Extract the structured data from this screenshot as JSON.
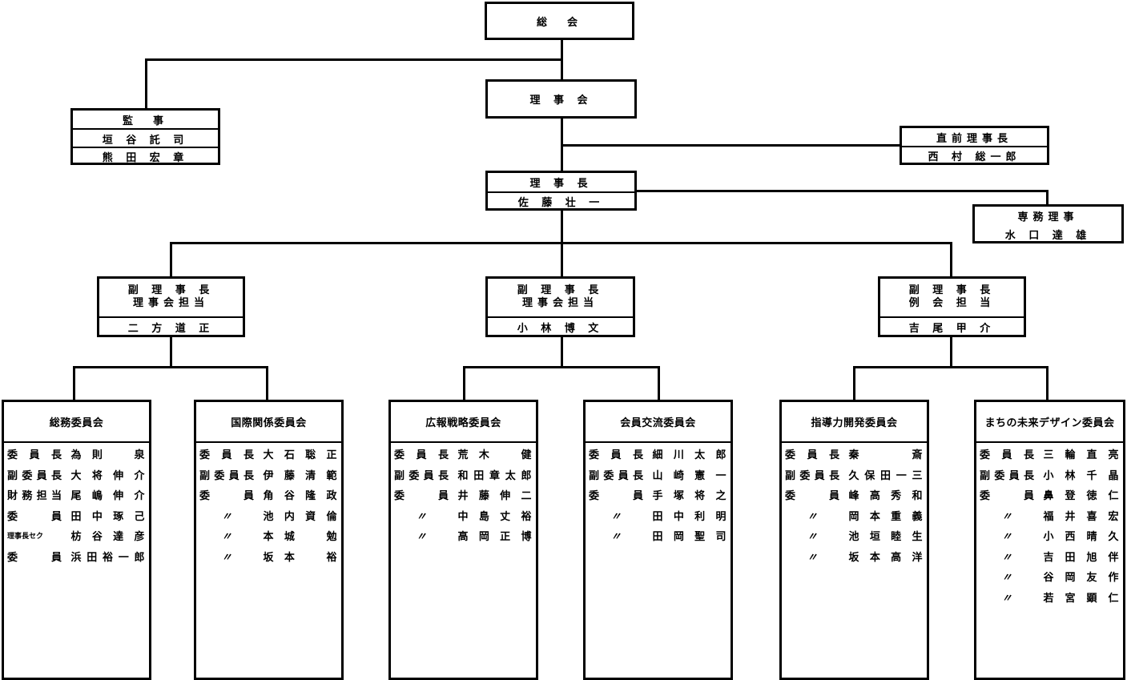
{
  "sokai": "総　会",
  "rijikai": "理 事 会",
  "kanji": {
    "title": "監　事",
    "members": [
      "垣 谷 託 司",
      "熊 田 宏 章"
    ]
  },
  "zenrijicho": {
    "title": "直前理事長",
    "name": "西 村 総一郎"
  },
  "rijicho": {
    "title": "理 事 長",
    "name": "佐 藤 壮 一"
  },
  "senmu": {
    "title": "専務理事",
    "name": "水 口 達 雄"
  },
  "fuku": [
    {
      "line1": "副 理 事 長",
      "line2": "理事会担当",
      "name": "二 方 道 正"
    },
    {
      "line1": "副 理 事 長",
      "line2": "理事会担当",
      "name": "小 林 博 文"
    },
    {
      "line1": "副 理 事 長",
      "line2": "例 会 担 当",
      "name": "吉 尾 甲 介"
    }
  ],
  "committees": [
    {
      "title": "総務委員会",
      "members": [
        {
          "role": "委員長",
          "name": "為則　泉"
        },
        {
          "role": "副委員長",
          "name": "大将伸介"
        },
        {
          "role": "財務担当",
          "name": "尾嶋伸介"
        },
        {
          "role": "委　員",
          "name": "田中琢己"
        },
        {
          "role": "理事長セク",
          "name": "枋谷達彦"
        },
        {
          "role": "委　員",
          "name": "浜田裕一郎"
        }
      ]
    },
    {
      "title": "国際関係委員会",
      "members": [
        {
          "role": "委員長",
          "name": "大石聡正"
        },
        {
          "role": "副委員長",
          "name": "伊藤清範"
        },
        {
          "role": "委　員",
          "name": "角谷隆政"
        },
        {
          "role": "〃",
          "name": "池内資倫"
        },
        {
          "role": "〃",
          "name": "本城　勉"
        },
        {
          "role": "〃",
          "name": "坂本　裕"
        }
      ]
    },
    {
      "title": "広報戦略委員会",
      "members": [
        {
          "role": "委員長",
          "name": "荒木　健"
        },
        {
          "role": "副委員長",
          "name": "和田章太郎"
        },
        {
          "role": "委　員",
          "name": "井藤伸二"
        },
        {
          "role": "〃",
          "name": "中島丈裕"
        },
        {
          "role": "〃",
          "name": "高岡正博"
        }
      ]
    },
    {
      "title": "会員交流委員会",
      "members": [
        {
          "role": "委員長",
          "name": "細川太郎"
        },
        {
          "role": "副委員長",
          "name": "山崎憲一"
        },
        {
          "role": "委　員",
          "name": "手塚将之"
        },
        {
          "role": "〃",
          "name": "田中利明"
        },
        {
          "role": "〃",
          "name": "田岡聖司"
        }
      ]
    },
    {
      "title": "指導力開発委員会",
      "members": [
        {
          "role": "委員長",
          "name": "秦　斎"
        },
        {
          "role": "副委員長",
          "name": "久保田一三"
        },
        {
          "role": "委　員",
          "name": "峰高秀和"
        },
        {
          "role": "〃",
          "name": "岡本重義"
        },
        {
          "role": "〃",
          "name": "池垣睦生"
        },
        {
          "role": "〃",
          "name": "坂本高洋"
        }
      ]
    },
    {
      "title": "まちの未来デザイン委員会",
      "members": [
        {
          "role": "委員長",
          "name": "三輪直亮"
        },
        {
          "role": "副委員長",
          "name": "小林千晶"
        },
        {
          "role": "委　員",
          "name": "鼻登徳仁"
        },
        {
          "role": "〃",
          "name": "福井喜宏"
        },
        {
          "role": "〃",
          "name": "小西晴久"
        },
        {
          "role": "〃",
          "name": "吉田旭伴"
        },
        {
          "role": "〃",
          "name": "谷岡友作"
        },
        {
          "role": "〃",
          "name": "若宮顕仁"
        }
      ]
    }
  ]
}
